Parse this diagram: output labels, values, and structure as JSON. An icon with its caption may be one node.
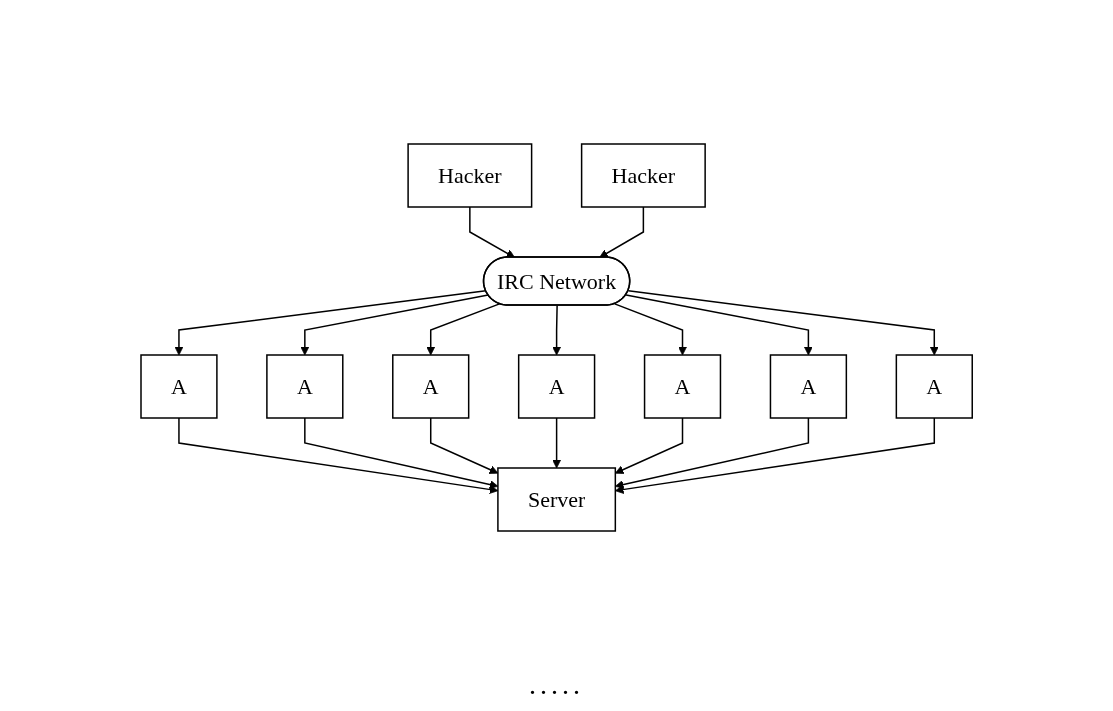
{
  "diagram": {
    "nodes": [
      {
        "text": [
          "Hacker"
        ]
      },
      {
        "text": [
          "Hacker"
        ]
      },
      {
        "text": [
          "IRC Network"
        ]
      },
      {
        "text": [
          "A"
        ]
      },
      {
        "text": [
          "A"
        ]
      },
      {
        "text": [
          "A"
        ]
      },
      {
        "text": [
          "A"
        ]
      },
      {
        "text": [
          "A"
        ]
      },
      {
        "text": [
          "A"
        ]
      },
      {
        "text": [
          "A"
        ]
      },
      {
        "text": [
          "Server"
        ]
      }
    ],
    "edges": [
      {
        "from": 0,
        "to": 2,
        "arrow": "to"
      },
      {
        "from": 1,
        "to": 2,
        "arrow": "to"
      },
      {
        "from": 2,
        "to": 3,
        "arrow": "to"
      },
      {
        "from": 2,
        "to": 4,
        "arrow": "to"
      },
      {
        "from": 2,
        "to": 5,
        "arrow": "to"
      },
      {
        "from": 2,
        "to": 6,
        "arrow": "to"
      },
      {
        "from": 2,
        "to": 7,
        "arrow": "to"
      },
      {
        "from": 2,
        "to": 8,
        "arrow": "to"
      },
      {
        "from": 2,
        "to": 9,
        "arrow": "to"
      },
      {
        "from": 3,
        "to": 10,
        "arrow": "to"
      },
      {
        "from": 4,
        "to": 10,
        "arrow": "to"
      },
      {
        "from": 5,
        "to": 10,
        "arrow": "to"
      },
      {
        "from": 6,
        "to": 10,
        "arrow": "to"
      },
      {
        "from": 7,
        "to": 10,
        "arrow": "to"
      },
      {
        "from": 8,
        "to": 10,
        "arrow": "to"
      },
      {
        "from": 9,
        "to": 10,
        "arrow": "to"
      }
    ],
    "labels": [
      "....."
    ]
  }
}
